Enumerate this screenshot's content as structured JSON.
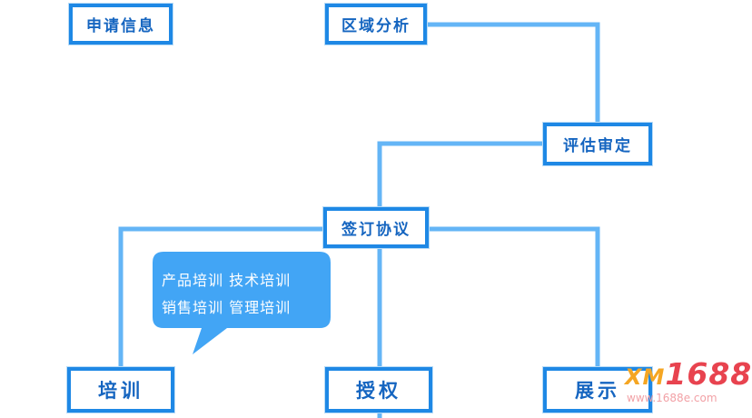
{
  "nodes": {
    "apply_info": "申请信息",
    "region_analysis": "区域分析",
    "evaluation_review": "评估审定",
    "sign_agreement": "签订协议",
    "training": "培训",
    "authorization": "授权",
    "display": "展示"
  },
  "callout": {
    "line1": "产品培训  技术培训",
    "line2": "销售培训  管理培训"
  },
  "watermark": {
    "logo_prefix": "XM",
    "logo_number": "1688",
    "url": "www.1688e.com"
  },
  "colors": {
    "line": "#64b5f6",
    "node_border": "#1e88e5",
    "node_text": "#1565c0",
    "callout_fill": "#42a5f5",
    "watermark_red": "#e8434f",
    "watermark_orange": "#f5a623"
  }
}
